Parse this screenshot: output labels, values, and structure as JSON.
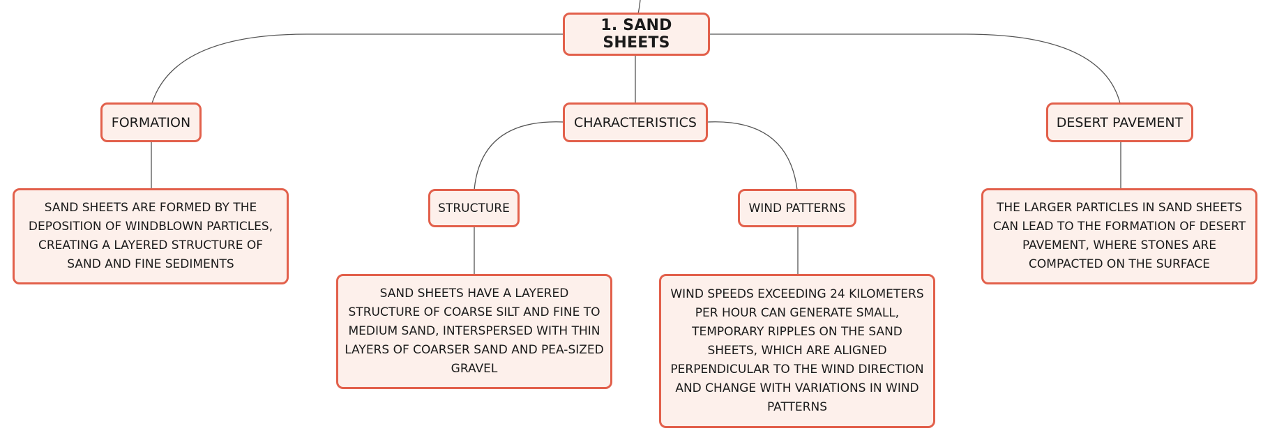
{
  "colors": {
    "node_fill": "#fdf0eb",
    "node_border": "#e2604b",
    "connector": "#555555",
    "text": "#1a1a1a"
  },
  "mindmap": {
    "root": {
      "label": "1. SAND SHEETS"
    },
    "formation": {
      "label": "FORMATION",
      "detail": "SAND SHEETS ARE FORMED BY THE DEPOSITION OF WINDBLOWN PARTICLES, CREATING A LAYERED STRUCTURE OF SAND AND FINE SEDIMENTS"
    },
    "characteristics": {
      "label": "CHARACTERISTICS",
      "structure": {
        "label": "STRUCTURE",
        "detail": "SAND SHEETS HAVE A LAYERED STRUCTURE OF COARSE SILT AND FINE TO MEDIUM SAND, INTERSPERSED WITH THIN LAYERS OF COARSER SAND AND PEA-SIZED GRAVEL"
      },
      "wind_patterns": {
        "label": "WIND PATTERNS",
        "detail": "WIND SPEEDS EXCEEDING 24 KILOMETERS PER HOUR CAN GENERATE SMALL, TEMPORARY RIPPLES ON THE SAND SHEETS, WHICH ARE ALIGNED PERPENDICULAR TO THE WIND DIRECTION AND CHANGE WITH VARIATIONS IN WIND PATTERNS"
      }
    },
    "desert_pavement": {
      "label": "DESERT PAVEMENT",
      "detail": "THE LARGER PARTICLES IN SAND SHEETS CAN LEAD TO THE FORMATION OF DESERT PAVEMENT, WHERE STONES ARE COMPACTED ON THE SURFACE"
    }
  }
}
